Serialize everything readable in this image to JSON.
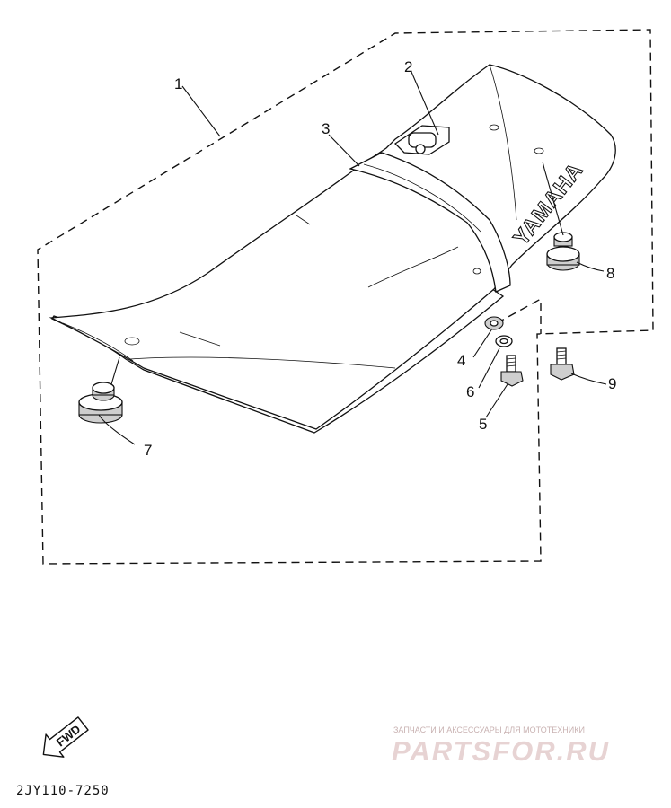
{
  "callouts": [
    {
      "id": "1",
      "label": "1"
    },
    {
      "id": "2",
      "label": "2"
    },
    {
      "id": "3",
      "label": "3"
    },
    {
      "id": "4",
      "label": "4"
    },
    {
      "id": "5",
      "label": "5"
    },
    {
      "id": "6",
      "label": "6"
    },
    {
      "id": "7",
      "label": "7"
    },
    {
      "id": "8",
      "label": "8"
    },
    {
      "id": "9",
      "label": "9"
    }
  ],
  "seat_brand": "YAMAHA",
  "direction_label": "FWD",
  "diagram_code": "2JY110-7250",
  "watermark": {
    "tagline": "ЗАПЧАСТИ И АКСЕССУАРЫ ДЛЯ МОТОТЕХНИКИ",
    "logo": "PARTSFOR.RU"
  },
  "colors": {
    "ink": "#111111",
    "paper": "#ffffff",
    "watermark": "#e7d3d3"
  }
}
